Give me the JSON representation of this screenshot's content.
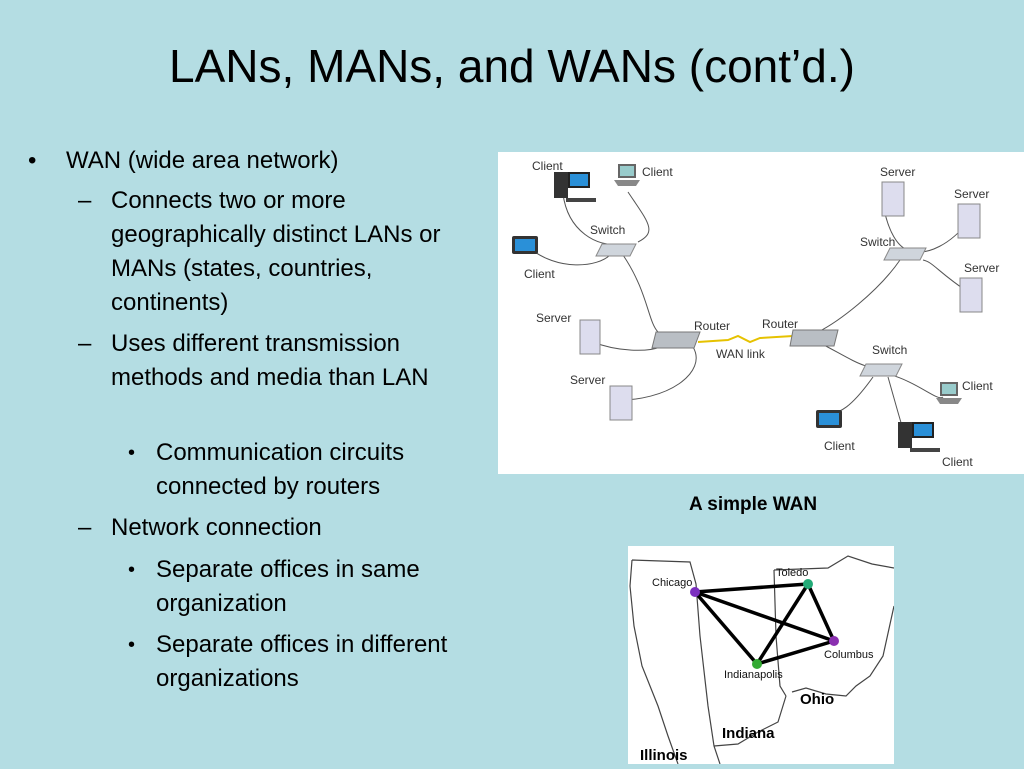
{
  "title": "LANs, MANs, and WANs (cont’d.)",
  "bullets": {
    "b1": "WAN (wide area network)",
    "b1_1": "Connects two or more geographically distinct LANs or MANs (states, countries, continents)",
    "b1_2": "Uses different transmission methods and media than LAN",
    "b1_2_1": "Communication circuits connected by routers",
    "b1_3": "Network connection",
    "b1_3_1": "Separate offices in same organization",
    "b1_3_2": "Separate offices in different organizations"
  },
  "diagram": {
    "labels": {
      "client_tl": "Client",
      "client_tr": "Client",
      "client_l": "Client",
      "switch_l": "Switch",
      "server_l1": "Server",
      "server_l2": "Server",
      "router_l": "Router",
      "router_r": "Router",
      "wan_link": "WAN link",
      "server_r1": "Server",
      "server_r2": "Server",
      "server_r3": "Server",
      "switch_r1": "Switch",
      "switch_r2": "Switch",
      "client_r1": "Client",
      "client_r2": "Client",
      "client_r3": "Client"
    }
  },
  "caption": "A simple WAN",
  "map": {
    "cities": {
      "chicago": "Chicago",
      "toledo": "Toledo",
      "columbus": "Columbus",
      "indianapolis": "Indianapolis"
    },
    "states": {
      "ohio": "Ohio",
      "indiana": "Indiana",
      "illinois": "Illinois"
    },
    "colors": {
      "chicago": "#7b2fbf",
      "toledo": "#22aa77",
      "columbus": "#8a2fb0",
      "indianapolis": "#33aa33"
    }
  }
}
